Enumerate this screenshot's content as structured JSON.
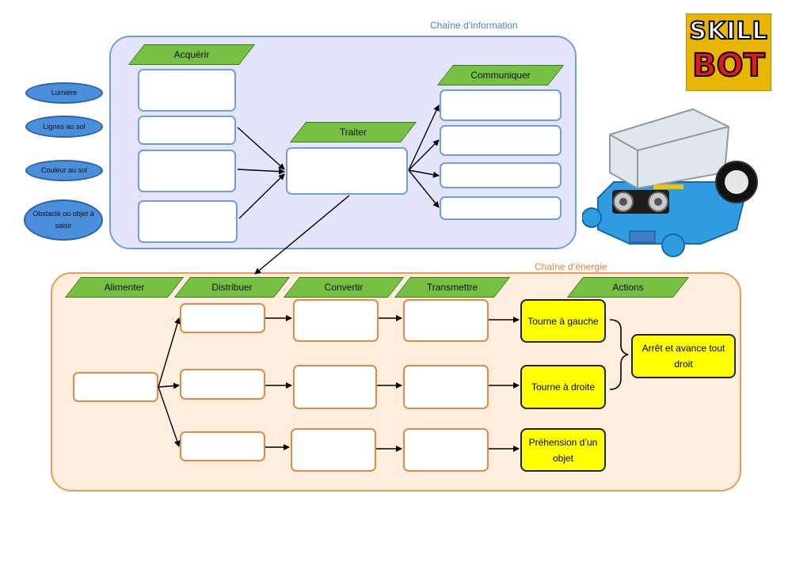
{
  "info_chain": {
    "title": "Chaîne d’information",
    "acquerir": "Acquérir",
    "traiter": "Traiter",
    "communiquer": "Communiquer"
  },
  "energy_chain": {
    "title": "Chaîne d’énergie",
    "alimenter": "Alimenter",
    "distribuer": "Distribuer",
    "convertir": "Convertir",
    "transmettre": "Transmettre",
    "actions": "Actions"
  },
  "sensors": [
    "Lumière",
    "Lignes au sol",
    "Couleur au sol",
    "Obstacle ou objet à saisir"
  ],
  "actions": {
    "left": "Tourne à gauche",
    "right": "Tourne à droite",
    "combined": "Arrêt et avance tout droit",
    "grab": "Préhension d’un objet"
  },
  "logo": {
    "line1": "SKILL",
    "line2": "BOT"
  },
  "colors": {
    "info_panel": "#e4e4fb",
    "info_border": "#6fa0d8",
    "energy_panel": "#fdeedd",
    "energy_border": "#ec9a55",
    "function_label": "#77c043",
    "action_box": "#ffff00",
    "sensor_oval": "#4a8fdc"
  }
}
